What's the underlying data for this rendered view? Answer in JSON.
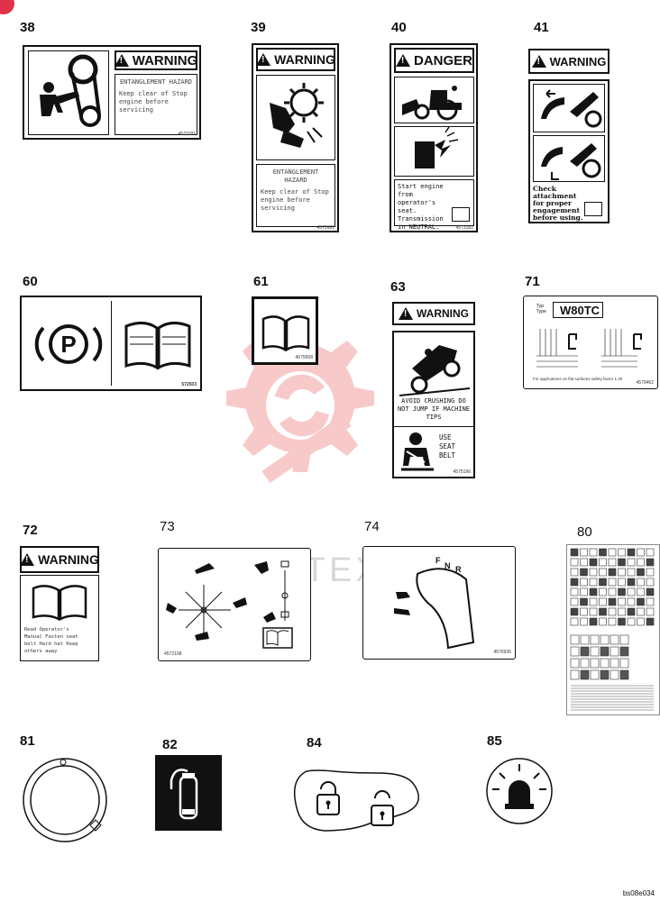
{
  "labels": {
    "n38": "38",
    "n39": "39",
    "n40": "40",
    "n41": "41",
    "n60": "60",
    "n61": "61",
    "n63": "63",
    "n71": "71",
    "n72": "72",
    "n73": "73",
    "n74": "74",
    "n80": "80",
    "n81": "81",
    "n82": "82",
    "n84": "84",
    "n85": "85"
  },
  "decal38": {
    "header": "WARNING",
    "title": "ENTANGLEMENT HAZARD",
    "body": "Keep clear of Stop engine before servicing",
    "code": "4573181"
  },
  "decal39": {
    "header": "WARNING",
    "title": "ENTANGLEMENT HAZARD",
    "body": "Keep clear of Stop engine before servicing",
    "code": "4573181"
  },
  "decal40": {
    "header": "DANGER",
    "body": "Start engine from operator's seat. Transmission in NEUTRAL.",
    "code": "4573182"
  },
  "decal41": {
    "header": "WARNING",
    "body": "Check attachment for proper engagement before using."
  },
  "decal60": {
    "code": "572503"
  },
  "decal61": {
    "code": "4575608"
  },
  "decal63": {
    "header": "WARNING",
    "text1": "AVOID CRUSHING DO NOT JUMP IF MACHINE TIPS",
    "text2": "USE SEAT BELT",
    "code": "4575196"
  },
  "decal71": {
    "type_label": "Typ Type",
    "model": "W80TC",
    "footer": "For applications on flat surfaces safety factor 1.25",
    "code": "4579462"
  },
  "decal72": {
    "header": "WARNING",
    "lines": "Read Operator's Manual Fasten seat belt Hard hat Keep others away"
  },
  "decal73": {
    "code": "4572108"
  },
  "decal74": {
    "gear_f": "F",
    "gear_n": "N",
    "gear_r": "R",
    "code": "4576935"
  },
  "doc_ref": "bs08e034",
  "watermark": "ИНТЕХ",
  "colors": {
    "ink": "#111111",
    "watermark": "#f3b3b3",
    "badge": "#e0314a"
  }
}
